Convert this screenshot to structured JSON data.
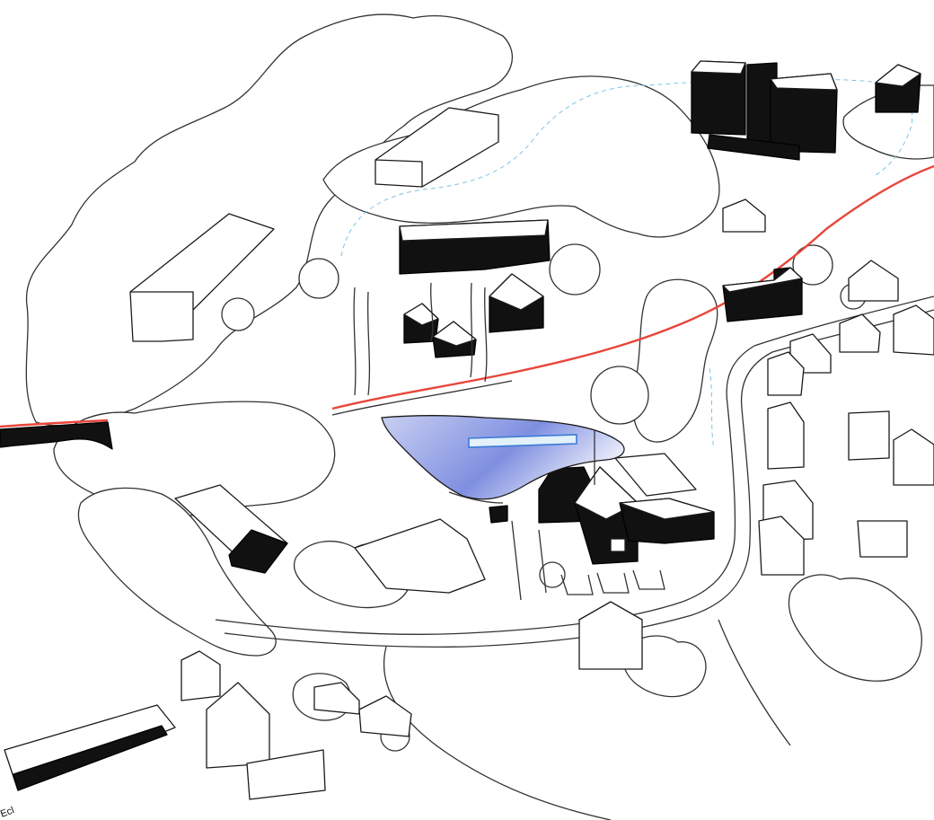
{
  "drawing": {
    "corner_text": "Ecl",
    "colors": {
      "ink": "#1a1a1a",
      "building_fill": "#111111",
      "railway_line": "#e8463a",
      "boundary_dashed": "#7fc3e6",
      "new_roof": "#5566cc",
      "water_feature": "#3b7bd6"
    },
    "icons": [
      "tree-canopy",
      "building-block",
      "railway-line",
      "road-curve",
      "boundary-dash"
    ]
  }
}
